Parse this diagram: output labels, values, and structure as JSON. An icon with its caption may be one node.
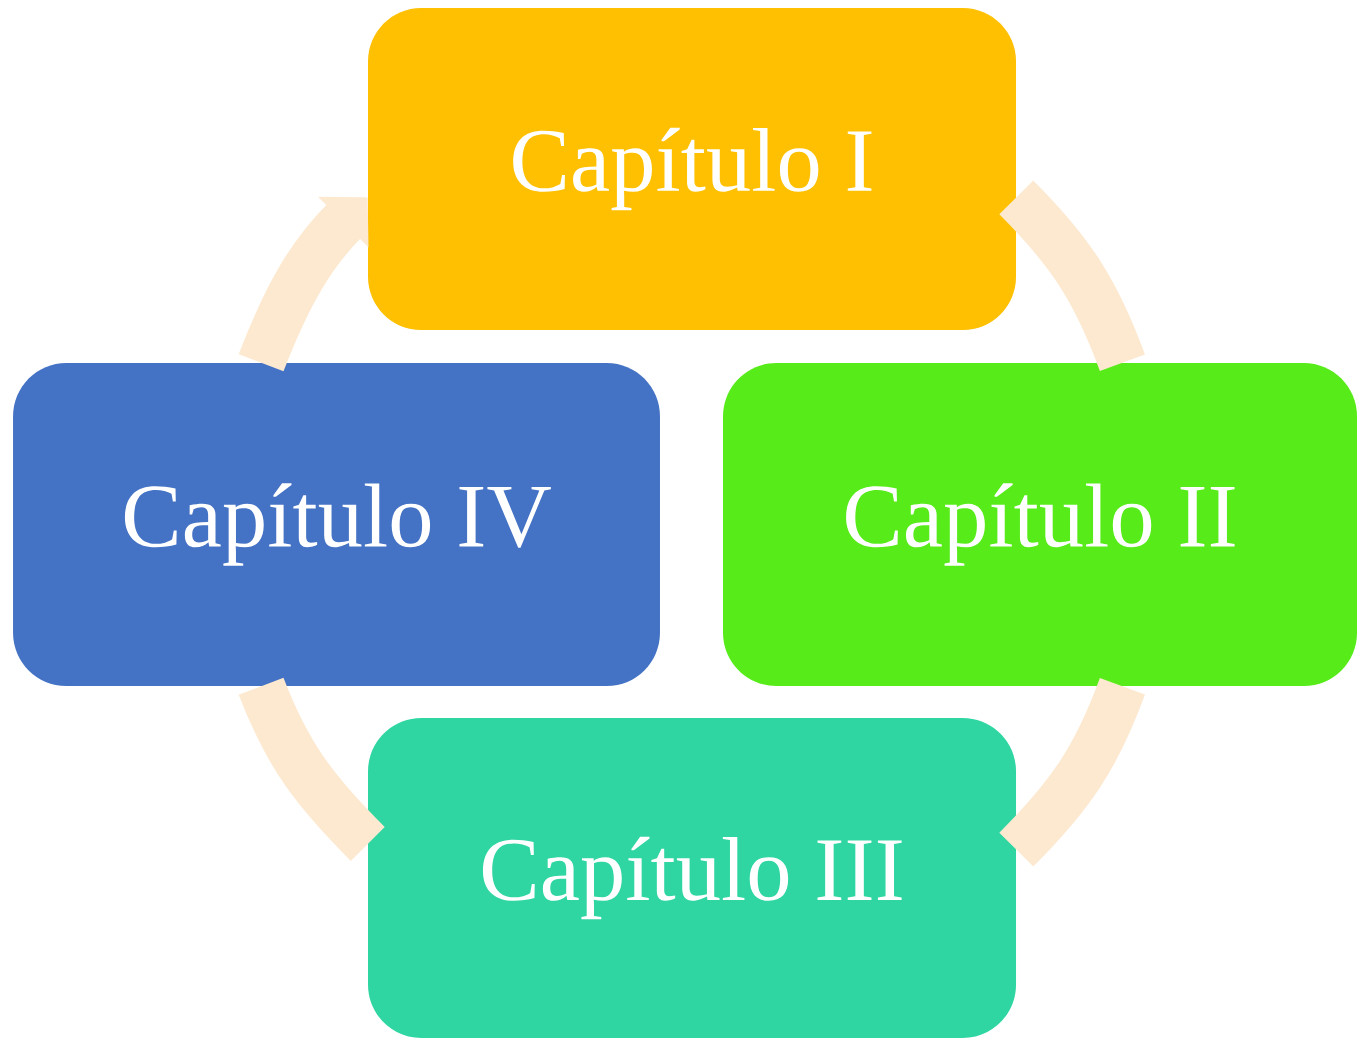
{
  "diagram": {
    "nodes": [
      {
        "text": [
          "Capítulo I"
        ]
      },
      {
        "text": [
          "Capítulo II"
        ]
      },
      {
        "text": [
          "Capítulo III"
        ]
      },
      {
        "text": [
          "Capítulo IV"
        ]
      }
    ],
    "edges": [
      {
        "from": 0,
        "to": 1,
        "arrow": "none"
      },
      {
        "from": 1,
        "to": 2,
        "arrow": "none"
      },
      {
        "from": 2,
        "to": 3,
        "arrow": "none"
      },
      {
        "from": 3,
        "to": 0,
        "arrow": "to"
      }
    ]
  }
}
